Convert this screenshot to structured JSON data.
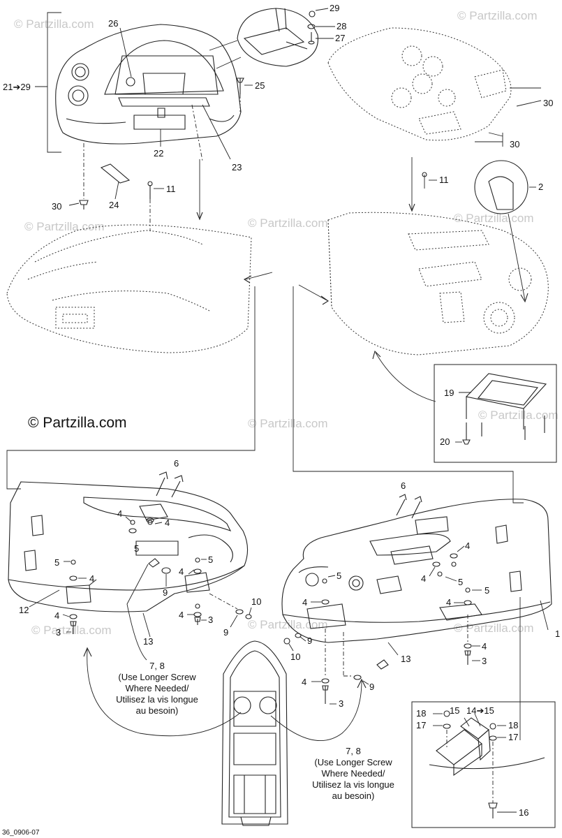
{
  "diagram": {
    "watermarks": [
      "© Partzilla.com",
      "© Partzilla.com",
      "© Partzilla.com",
      "© Partzilla.com",
      "© Partzilla.com",
      "© Partzilla.com",
      "© Partzilla.com",
      "© Partzilla.com",
      "© Partzilla.com",
      "© Partzilla.com"
    ],
    "copyright": "© Partzilla.com",
    "figure_code": "36_0906-07",
    "callouts": {
      "c1": "1",
      "c2": "2",
      "c3a": "3",
      "c3b": "3",
      "c3c": "3",
      "c3d": "3",
      "c4a": "4",
      "c4b": "4",
      "c4c": "4",
      "c4d": "4",
      "c4e": "4",
      "c4f": "4",
      "c4g": "4",
      "c4h": "4",
      "c4i": "4",
      "c4j": "4",
      "c5a": "5",
      "c5b": "5",
      "c5c": "5",
      "c5d": "5",
      "c5e": "5",
      "c5f": "5",
      "c6a": "6",
      "c6b": "6",
      "c9a": "9",
      "c9b": "9",
      "c9c": "9",
      "c9d": "9",
      "c10a": "10",
      "c10b": "10",
      "c11a": "11",
      "c11b": "11",
      "c12": "12",
      "c13a": "13",
      "c13b": "13",
      "c14": "14➔15",
      "c15": "15",
      "c16": "16",
      "c17a": "17",
      "c17b": "17",
      "c18a": "18",
      "c18b": "18",
      "c19": "19",
      "c20": "20",
      "c21": "21➔29",
      "c22": "22",
      "c23": "23",
      "c24": "24",
      "c25": "25",
      "c26": "26",
      "c27": "27",
      "c28": "28",
      "c29": "29",
      "c30a": "30",
      "c30b": "30",
      "c30c": "30"
    },
    "notes": {
      "left": [
        "7, 8",
        "(Use Longer Screw",
        "Where Needed/",
        "Utilisez la vis longue",
        "au besoin)"
      ],
      "right": [
        "7, 8",
        "(Use Longer Screw",
        "Where Needed/",
        "Utilisez la vis longue",
        "au besoin)"
      ]
    }
  }
}
